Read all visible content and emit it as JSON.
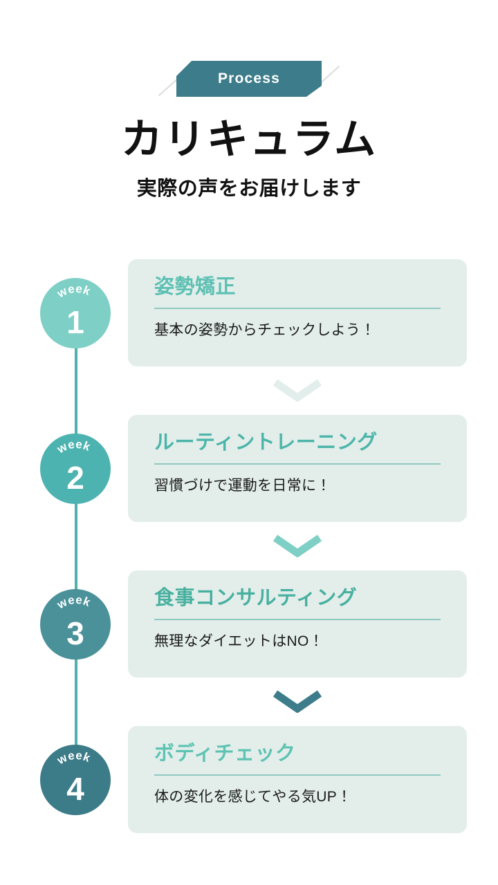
{
  "header": {
    "ribbon_label": "Process",
    "title": "カリキュラム",
    "subtitle": "実際の声をお届けします"
  },
  "colors": {
    "ribbon_bg": "#3d7c8a",
    "card_bg": "#e3eeeb",
    "track": "#4fb0ae",
    "divider": "#8fc9c0",
    "body_text": "#1a1a1a",
    "accent_line": "#dcdcdc"
  },
  "timeline": {
    "week_label": "week",
    "steps": [
      {
        "number": "1",
        "badge_color": "#7ecfc5",
        "title": "姿勢矯正",
        "title_color": "#5cc0b2",
        "desc": "基本の姿勢からチェックしよう！",
        "chevron_color": "#e2eeeb"
      },
      {
        "number": "2",
        "badge_color": "#4db3b0",
        "title": "ルーティントレーニング",
        "title_color": "#4cb5a9",
        "desc": "習慣づけで運動を日常に！",
        "chevron_color": "#7ecfc5"
      },
      {
        "number": "3",
        "badge_color": "#4a919a",
        "title": "食事コンサルティング",
        "title_color": "#48b09f",
        "desc": "無理なダイエットはNO！",
        "chevron_color": "#3d7c8a"
      },
      {
        "number": "4",
        "badge_color": "#3c7b88",
        "title": "ボディチェック",
        "title_color": "#5ec3b2",
        "desc": "体の変化を感じてやる気UP！",
        "chevron_color": null
      }
    ]
  }
}
